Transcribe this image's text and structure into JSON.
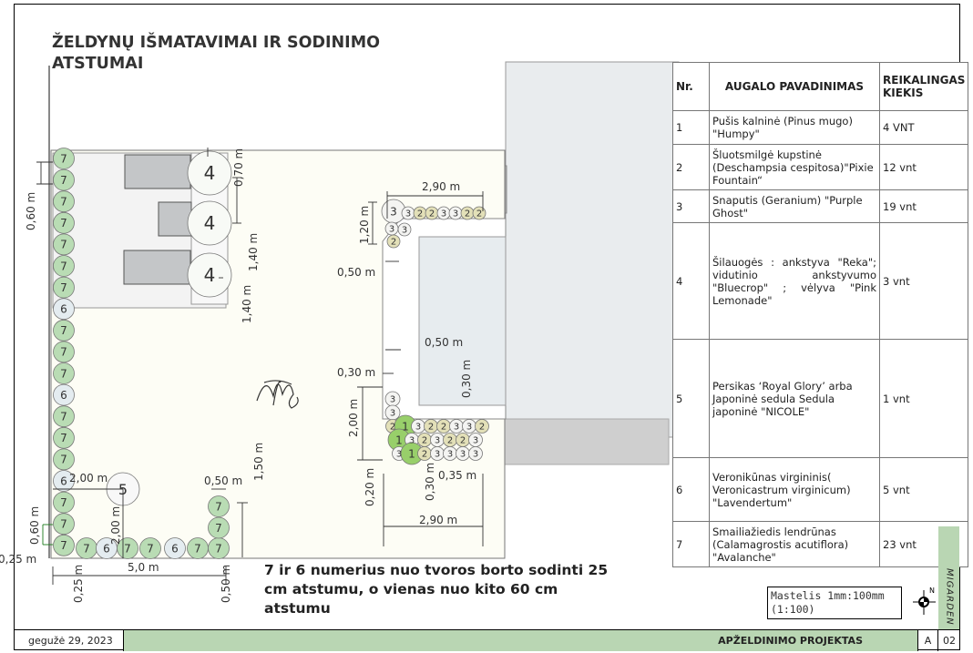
{
  "title": {
    "line1": "ŽELDYNŲ IŠMATAVIMAI IR SODINIMO",
    "line2": "ATSTUMAI"
  },
  "legend": {
    "headers": [
      "Nr.",
      "AUGALO PAVADINIMAS",
      "REIKALINGAS KIEKIS"
    ],
    "rows": [
      {
        "nr": "1",
        "name": "Pušis kalninė (Pinus mugo) \"Humpy\"",
        "qty": "4 VNT"
      },
      {
        "nr": "2",
        "name": "Šluotsmilgė kupstinė (Deschampsia cespitosa)\"Pixie Fountain“",
        "qty": "12 vnt"
      },
      {
        "nr": "3",
        "name": "Snaputis (Geranium) \"Purple Ghost\"",
        "qty": "19 vnt"
      },
      {
        "nr": "4",
        "name": "Šilauogės : ankstyva \"Reka\"; vidutinio ankstyvumo \"Bluecrop\" ; vėlyva \"Pink Lemonade\"",
        "qty": "3 vnt"
      },
      {
        "nr": "5",
        "name": "Persikas ‘Royal Glory’ arba Japoninė sedula Sedula japoninė \"NICOLE\"",
        "qty": "1 vnt"
      },
      {
        "nr": "6",
        "name": "Veronikūnas virgininis( Veronicastrum virginicum) \"Lavendertum\"",
        "qty": "5 vnt"
      },
      {
        "nr": "7",
        "name": "Smailiažiedis lendrūnas (Calamagrostis acutiflora) \"Avalanche\"",
        "qty": "23 vnt"
      }
    ]
  },
  "plan": {
    "left_column": [
      "7",
      "7",
      "7",
      "7",
      "7",
      "7",
      "7",
      "6",
      "7",
      "7",
      "7",
      "6",
      "7",
      "7",
      "7",
      "6",
      "7",
      "7",
      "7"
    ],
    "bottom_row": [
      "7",
      "6",
      "7",
      "7",
      "6",
      "7",
      "7"
    ],
    "right_column": [
      "7",
      "7"
    ],
    "blueberries": [
      "4",
      "4",
      "4"
    ],
    "tree": "5",
    "top_bed": [
      "3",
      "3",
      "2",
      "2",
      "3",
      "3",
      "2",
      "2",
      "3",
      "3",
      "2"
    ],
    "lower_bed": [
      "3",
      "3",
      "2",
      "1",
      "3",
      "2",
      "2",
      "3",
      "3",
      "2",
      "1",
      "3",
      "2",
      "3",
      "2",
      "2",
      "3",
      "3",
      "1",
      "2",
      "3",
      "3",
      "3",
      "3"
    ],
    "dims": {
      "d060": "0,60 m",
      "d070": "0,70 m",
      "d140a": "1,40 m",
      "d140b": "1,40 m",
      "d290top": "2,90 m",
      "d120": "1,20 m",
      "d050a": "0,50 m",
      "d050b": "0,50 m",
      "d030a": "0,30 m",
      "d030b": "0,30 m",
      "d200a": "2,00 m",
      "d020": "0,20 m",
      "d030c": "0,30 m",
      "d035": "0,35 m",
      "d290bot": "2,90 m",
      "d150": "1,50 m",
      "d050c": "0,50 m",
      "d200b": "2,00 m",
      "d200c": "2,00 m",
      "d060b": "0,60 m",
      "d025a": "0,25 m",
      "d50": "5,0 m",
      "d025b": "0,25 m",
      "d050d": "0,50 m"
    }
  },
  "note": "7 ir 6 numerius nuo tvoros borto sodinti 25 cm atstumu, o vienas nuo kito 60 cm atstumu",
  "scale": {
    "line1": "Mastelis 1mm:100mm",
    "line2": "(1:100)"
  },
  "compass": "N",
  "brand": "MIGARDEN",
  "footer": {
    "date": "gegužė 29, 2023",
    "title": "APŽELDINIMO PROJEKTAS",
    "sheet_size": "A",
    "sheet_no": "02"
  },
  "colors": {
    "grass": "#b9dcb4",
    "grass_light": "#e2eee0",
    "veronica": "#e4ecf0",
    "deschampsia": "#e3e0b8",
    "pine": "#98cf6a",
    "footer_green": "#b9d6b3"
  }
}
